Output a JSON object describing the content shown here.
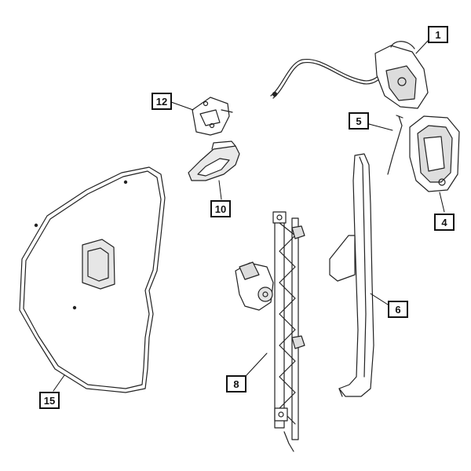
{
  "callouts": [
    {
      "id": "part-1",
      "label": "1"
    },
    {
      "id": "part-4",
      "label": "4"
    },
    {
      "id": "part-5",
      "label": "5"
    },
    {
      "id": "part-6",
      "label": "6"
    },
    {
      "id": "part-8",
      "label": "8"
    },
    {
      "id": "part-10",
      "label": "10"
    },
    {
      "id": "part-12",
      "label": "12"
    },
    {
      "id": "part-15",
      "label": "15"
    }
  ],
  "colors": {
    "line": "#222222",
    "fill": "#ffffff",
    "shade": "#d9d9d9",
    "dark": "#555555"
  }
}
